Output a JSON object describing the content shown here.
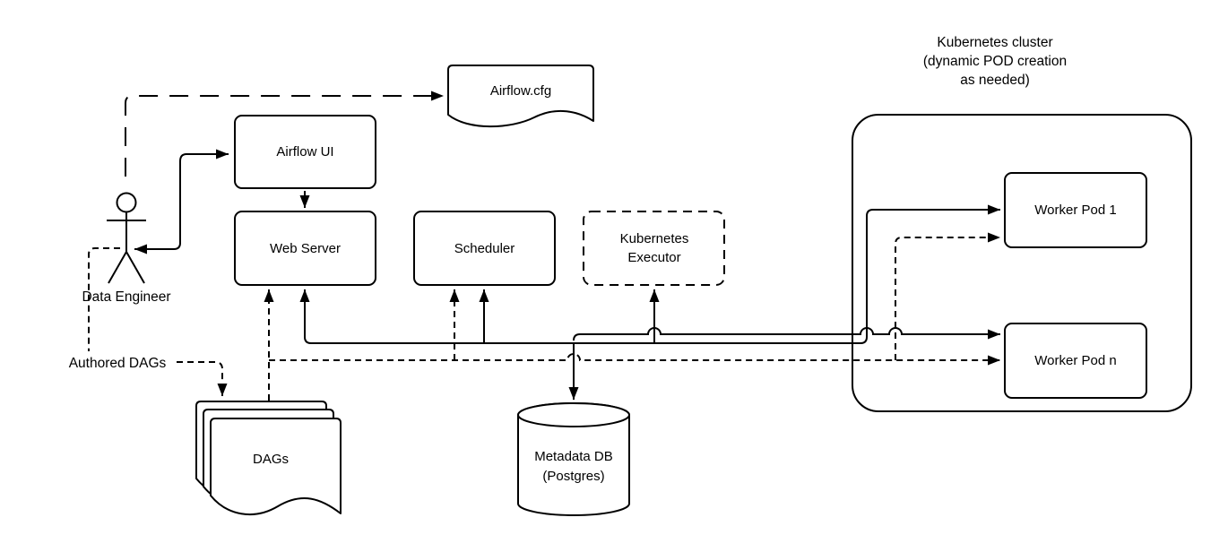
{
  "diagram": {
    "type": "architecture-diagram",
    "colors": {
      "stroke": "#000000",
      "background": "#ffffff"
    },
    "nodes": {
      "airflow_cfg": "Airflow.cfg",
      "airflow_ui": "Airflow UI",
      "web_server": "Web Server",
      "scheduler": "Scheduler",
      "kubernetes_executor": {
        "line1": "Kubernetes",
        "line2": "Executor"
      },
      "kubernetes_cluster": {
        "line1": "Kubernetes cluster",
        "line2": "(dynamic POD creation",
        "line3": "as needed)"
      },
      "worker_pod_1": "Worker Pod 1",
      "worker_pod_n": "Worker Pod n",
      "data_engineer": "Data Engineer",
      "authored_dags": "Authored DAGs",
      "dags": "DAGs",
      "metadata_db": {
        "line1": "Metadata DB",
        "line2": "(Postgres)"
      }
    },
    "connections": [
      {
        "from": "data_engineer",
        "to": "airflow_cfg",
        "style": "long-dash",
        "arrow": "forward"
      },
      {
        "from": "data_engineer",
        "to": "airflow_ui",
        "style": "solid",
        "arrow": "both"
      },
      {
        "from": "airflow_ui",
        "to": "web_server",
        "style": "solid",
        "arrow": "forward"
      },
      {
        "from": "data_engineer",
        "to": "authored_dags",
        "style": "dashed",
        "arrow": "none"
      },
      {
        "from": "authored_dags",
        "to": "dags",
        "style": "dashed",
        "arrow": "forward"
      },
      {
        "from": "dags",
        "to": "web_server",
        "style": "dashed",
        "arrow": "forward"
      },
      {
        "from": "dags",
        "to": "scheduler",
        "style": "dashed",
        "arrow": "forward"
      },
      {
        "from": "dags",
        "to": "worker_pod_1",
        "style": "dashed",
        "arrow": "forward"
      },
      {
        "from": "dags",
        "to": "worker_pod_n",
        "style": "dashed",
        "arrow": "forward"
      },
      {
        "from": "shared_bus",
        "to": "web_server",
        "style": "solid",
        "arrow": "forward"
      },
      {
        "from": "shared_bus",
        "to": "scheduler",
        "style": "solid",
        "arrow": "forward"
      },
      {
        "from": "shared_bus",
        "to": "kubernetes_executor",
        "style": "solid",
        "arrow": "forward"
      },
      {
        "from": "shared_bus",
        "to": "metadata_db",
        "style": "solid",
        "arrow": "forward"
      },
      {
        "from": "shared_bus",
        "to": "worker_pod_1",
        "style": "solid",
        "arrow": "forward"
      },
      {
        "from": "shared_bus",
        "to": "worker_pod_n",
        "style": "solid",
        "arrow": "forward"
      }
    ]
  }
}
